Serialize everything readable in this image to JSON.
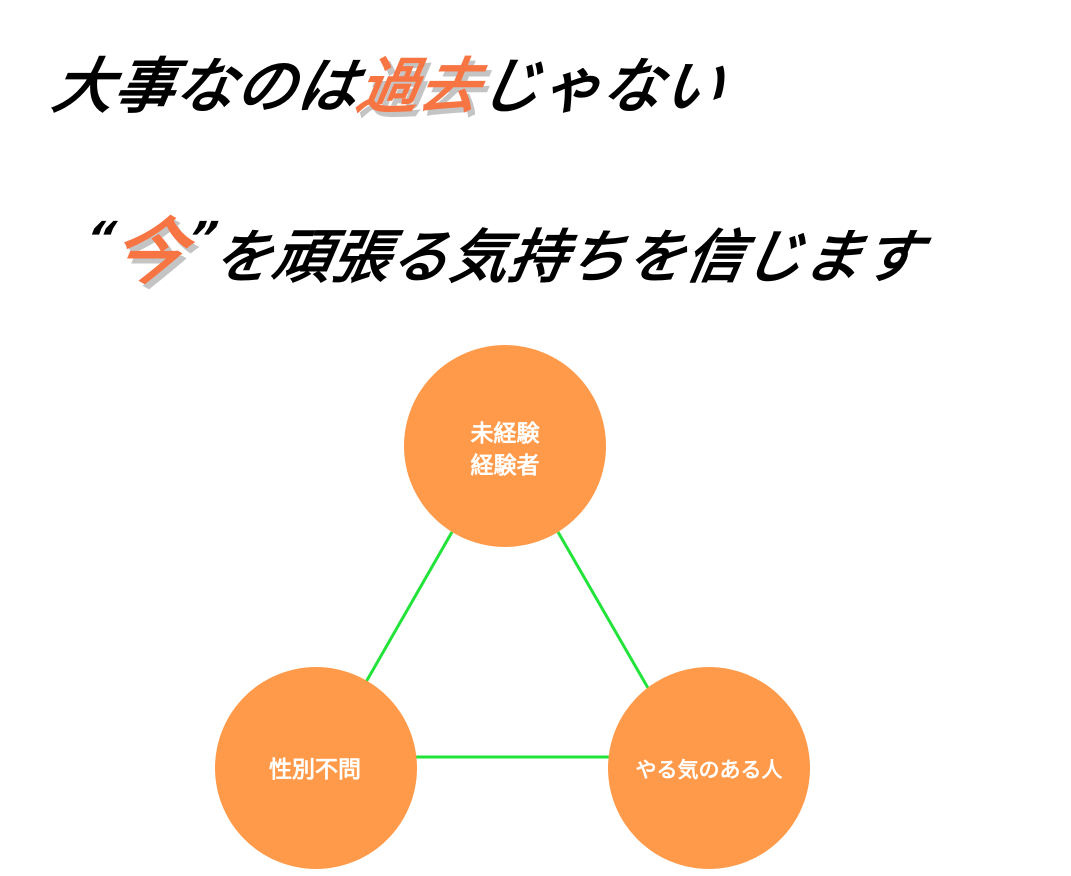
{
  "heading": {
    "line1_pre": "大事なのは",
    "line1_accent": "過去",
    "line1_post": "じゃない",
    "line2_open_quote": "“",
    "line2_accent": "今",
    "line2_close_quote": "”",
    "line2_post": "を頑張る気持ちを信じます"
  },
  "diagram": {
    "top": {
      "line1": "未経験",
      "line2": "経験者"
    },
    "bottom_left": "性別不問",
    "bottom_right": "やる気のある人"
  },
  "colors": {
    "accent": "#F77443",
    "circle": "#FF9A4A",
    "connector": "#22E33A"
  }
}
